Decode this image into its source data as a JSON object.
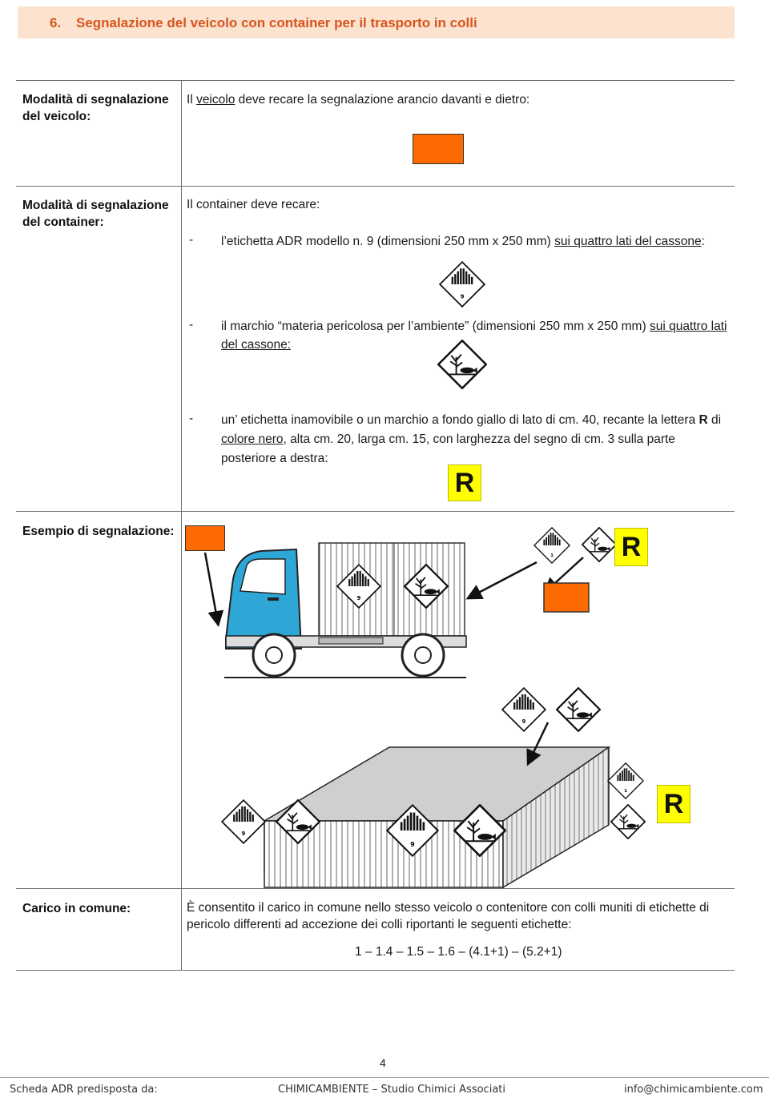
{
  "header": {
    "number": "6.",
    "title": "Segnalazione del veicolo con container per il trasporto in colli"
  },
  "rows": {
    "vehicle": {
      "label_line1": "Modalità di segnalazione",
      "label_line2": "del veicolo:",
      "text_link": "veicolo",
      "text_pre": "Il ",
      "text_post": " deve recare la segnalazione arancio davanti e dietro:"
    },
    "container": {
      "label_line1": "Modalità di segnalazione",
      "label_line2": "del container:",
      "intro": "Il container deve recare:",
      "item1_pre": "l’etichetta ADR modello n. 9 (dimensioni 250 mm x 250 mm) ",
      "item1_link": "sui quattro lati del cassone",
      "item1_post": ":",
      "item2_pre": "il marchio “materia pericolosa per l’ambiente” (dimensioni 250 mm x 250 mm) ",
      "item2_link1": "sui quattro lati",
      "item2_link2": "del cassone:",
      "item3_line1_pre": "un’ etichetta inamovibile o un marchio a fondo giallo di lato di cm. 40, recante la lettera ",
      "item3_letter": "R",
      "item3_line1_post": " di",
      "item3_line2_link": "colore nero",
      "item3_line2_post": ", alta cm. 20, larga cm. 15, con larghezza del segno di cm. 3 sulla parte",
      "item3_line3": "posteriore a destra:",
      "dash": "-"
    },
    "example": {
      "label": "Esempio di segnalazione:"
    },
    "common_load": {
      "label": "Carico in comune:",
      "line1": "È consentito il carico in comune nello stesso veicolo o contenitore con colli muniti di etichette di",
      "line2": "pericolo differenti ad accezione dei colli riportanti le seguenti etichette:",
      "line3": "1 – 1.4 – 1.5 – 1.6 – (4.1+1) – (5.2+1)"
    }
  },
  "labels": {
    "r_letter": "R",
    "class9_number": "9",
    "class1_number": "1"
  },
  "page_number": "4",
  "footer": {
    "left": "Scheda ADR predisposta da:",
    "center": "CHIMICAMBIENTE – Studio Chimici Associati",
    "right": "info@chimicambiente.com"
  },
  "colors": {
    "orange_plate": "#fd6a02",
    "r_sign": "#ffff00",
    "header_bg": "#fbe3cf",
    "header_text": "#d9541e",
    "truck_cab": "#2fa7d6"
  },
  "icons": [
    "adr-class9-label-icon",
    "environment-hazard-mark-icon",
    "orange-plate",
    "r-sign",
    "truck-illustration",
    "container-box-illustration",
    "arrow-icon"
  ]
}
